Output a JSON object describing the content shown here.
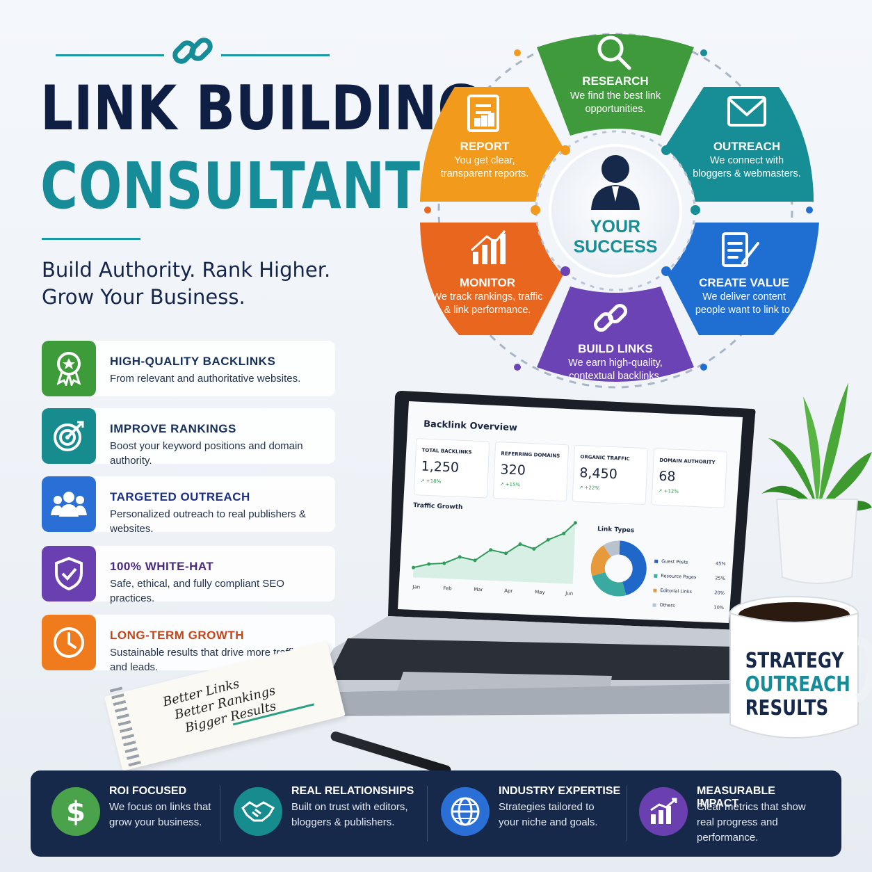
{
  "header": {
    "title_line1": "LINK BUILDING",
    "title_line2": "CONSULTANT",
    "tagline_line1": "Build Authority. Rank Higher.",
    "tagline_line2": "Grow Your Business.",
    "link_icon": "chain-link-icon"
  },
  "features": [
    {
      "title": "HIGH-QUALITY BACKLINKS",
      "desc": "From relevant and authoritative websites.",
      "color": "#3d9b3a",
      "title_color": "#15305a",
      "icon": "award-ribbon-icon"
    },
    {
      "title": "IMPROVE RANKINGS",
      "desc": "Boost your keyword positions and domain authority.",
      "color": "#178c8f",
      "title_color": "#15305a",
      "icon": "target-icon"
    },
    {
      "title": "TARGETED OUTREACH",
      "desc": "Personalized outreach to real publishers & websites.",
      "color": "#2a6fd6",
      "title_color": "#1c2f86",
      "icon": "users-group-icon"
    },
    {
      "title": "100% WHITE-HAT",
      "desc": "Safe, ethical, and fully compliant SEO practices.",
      "color": "#6a3fb0",
      "title_color": "#4a2a7f",
      "icon": "shield-check-icon"
    },
    {
      "title": "LONG-TERM GROWTH",
      "desc": "Sustainable results that drive more traffic and leads.",
      "color": "#f07b1c",
      "title_color": "#c4451a",
      "icon": "clock-icon"
    }
  ],
  "cycle": {
    "center_line1": "YOUR",
    "center_line2": "SUCCESS",
    "segments": [
      {
        "title": "RESEARCH",
        "desc": "We find the best link opportunities.",
        "color": "#3f9a3c",
        "icon": "magnifier-icon"
      },
      {
        "title": "OUTREACH",
        "desc": "We connect with bloggers & webmasters.",
        "color": "#178e95",
        "icon": "envelope-icon"
      },
      {
        "title": "CREATE VALUE",
        "desc": "We deliver content people want to link to.",
        "color": "#1f6fd3",
        "icon": "document-edit-icon"
      },
      {
        "title": "BUILD LINKS",
        "desc": "We earn high-quality, contextual backlinks.",
        "color": "#6c43b5",
        "icon": "chain-link-icon"
      },
      {
        "title": "MONITOR",
        "desc": "We track rankings, traffic & link performance.",
        "color": "#e9661f",
        "icon": "bar-chart-icon"
      },
      {
        "title": "REPORT",
        "desc": "You get clear, transparent reports.",
        "color": "#f19a1c",
        "icon": "report-icon"
      }
    ]
  },
  "dashboard": {
    "title": "Backlink Overview",
    "stats": [
      {
        "label": "TOTAL BACKLINKS",
        "value": "1,250",
        "change": "↗ +18%"
      },
      {
        "label": "REFERRING DOMAINS",
        "value": "320",
        "change": "↗ +15%"
      },
      {
        "label": "ORGANIC TRAFFIC",
        "value": "8,450",
        "change": "↗ +22%"
      },
      {
        "label": "DOMAIN AUTHORITY",
        "value": "68",
        "change": "↗ +12%"
      }
    ],
    "traffic_chart": {
      "title": "Traffic Growth",
      "x_labels": [
        "Jan",
        "Feb",
        "Mar",
        "Apr",
        "May",
        "Jun"
      ]
    },
    "link_types": {
      "title": "Link Types",
      "items": [
        {
          "name": "Guest Posts",
          "pct": "45%",
          "value": 45,
          "color": "#1f67c9"
        },
        {
          "name": "Resource Pages",
          "pct": "25%",
          "value": 25,
          "color": "#3aa9a0"
        },
        {
          "name": "Editorial Links",
          "pct": "20%",
          "value": 20,
          "color": "#e69a3b"
        },
        {
          "name": "Others",
          "pct": "10%",
          "value": 10,
          "color": "#b9c3cf"
        }
      ]
    }
  },
  "notebook": {
    "line1": "Better Links",
    "line2": "Better Rankings",
    "line3": "Bigger Results"
  },
  "mug": {
    "line1": "STRATEGY",
    "line2": "OUTREACH",
    "line3": "RESULTS"
  },
  "bottom": [
    {
      "title": "ROI FOCUSED",
      "desc": "We focus on links that grow your business.",
      "color": "#4aa34a",
      "icon": "dollar-icon"
    },
    {
      "title": "REAL RELATIONSHIPS",
      "desc": "Built on trust with editors, bloggers & publishers.",
      "color": "#178c8f",
      "icon": "handshake-icon"
    },
    {
      "title": "INDUSTRY EXPERTISE",
      "desc": "Strategies tailored to your niche and goals.",
      "color": "#2a6fd6",
      "icon": "globe-icon"
    },
    {
      "title": "MEASURABLE IMPACT",
      "desc": "Clear metrics that show real progress and performance.",
      "color": "#6a3fb0",
      "icon": "bar-chart-icon"
    }
  ]
}
